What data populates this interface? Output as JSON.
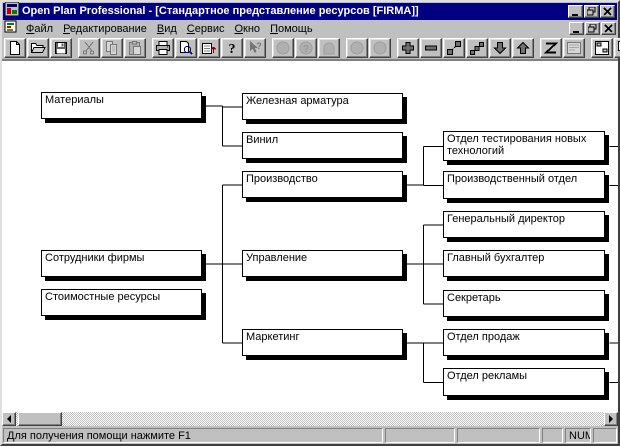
{
  "window": {
    "title": "Open Plan Professional - [Стандартное представление ресурсов [FIRMA]]"
  },
  "colors": {
    "titlebar": "#000080",
    "chrome": "#c0c0c0",
    "diagram_bg": "#ffffff",
    "line": "#000000"
  },
  "menu": {
    "items": [
      {
        "label": "Файл",
        "underline": 0
      },
      {
        "label": "Редактирование",
        "underline": 0
      },
      {
        "label": "Вид",
        "underline": 0
      },
      {
        "label": "Сервис",
        "underline": 0
      },
      {
        "label": "Окно",
        "underline": 0
      },
      {
        "label": "Помощь",
        "underline": 0
      }
    ]
  },
  "toolbar": {
    "groups": [
      [
        {
          "name": "new-button",
          "icon": "page",
          "disabled": false
        },
        {
          "name": "open-button",
          "icon": "folder",
          "disabled": false
        },
        {
          "name": "save-button",
          "icon": "floppy",
          "disabled": false
        }
      ],
      [
        {
          "name": "cut-button",
          "icon": "scissors",
          "disabled": true
        },
        {
          "name": "copy-button",
          "icon": "copy",
          "disabled": true
        },
        {
          "name": "paste-button",
          "icon": "paste",
          "disabled": true
        }
      ],
      [
        {
          "name": "print-button",
          "icon": "printer",
          "disabled": false
        },
        {
          "name": "print-preview-button",
          "icon": "preview",
          "disabled": false
        },
        {
          "name": "insert-columns-button",
          "icon": "insert",
          "disabled": false
        },
        {
          "name": "help-button",
          "icon": "help",
          "disabled": false
        },
        {
          "name": "context-help-button",
          "icon": "ctxhelp",
          "disabled": true
        }
      ],
      [
        {
          "name": "resource-view-button",
          "icon": "circle",
          "disabled": true
        },
        {
          "name": "resource-query-button",
          "icon": "circleq",
          "disabled": true
        },
        {
          "name": "resource-arch-button",
          "icon": "arch",
          "disabled": true
        }
      ],
      [
        {
          "name": "resource-circle-a-button",
          "icon": "circle",
          "disabled": true
        },
        {
          "name": "resource-circle-b-button",
          "icon": "circle",
          "disabled": true
        }
      ],
      [
        {
          "name": "add-node-button",
          "icon": "plus",
          "disabled": false
        },
        {
          "name": "remove-node-button",
          "icon": "minus",
          "disabled": false
        },
        {
          "name": "link-nodes-button",
          "icon": "link",
          "disabled": false
        },
        {
          "name": "steps-button",
          "icon": "steps",
          "disabled": false
        },
        {
          "name": "move-down-button",
          "icon": "down",
          "disabled": false
        },
        {
          "name": "move-up-button",
          "icon": "up",
          "disabled": false
        }
      ],
      [
        {
          "name": "zigzag-view-button",
          "icon": "zigzag",
          "disabled": false
        },
        {
          "name": "form-view-button",
          "icon": "form",
          "disabled": true
        }
      ],
      [
        {
          "name": "window-split-button",
          "icon": "winsplit",
          "disabled": false
        },
        {
          "name": "window-cascade-button",
          "icon": "wincascade",
          "disabled": false
        }
      ]
    ]
  },
  "tree": {
    "nodes": [
      {
        "id": "materials",
        "label": "Материалы"
      },
      {
        "id": "iron",
        "label": "Железная арматура"
      },
      {
        "id": "vinyl",
        "label": "Винил"
      },
      {
        "id": "production",
        "label": "Производство"
      },
      {
        "id": "employees",
        "label": "Сотрудники фирмы"
      },
      {
        "id": "cost",
        "label": "Стоимостные ресурсы"
      },
      {
        "id": "management",
        "label": "Управление"
      },
      {
        "id": "marketing",
        "label": "Маркетинг"
      },
      {
        "id": "testing",
        "label": "Отдел тестирования новых технологий"
      },
      {
        "id": "prod-dept",
        "label": "Производственный отдел"
      },
      {
        "id": "director",
        "label": "Генеральный директор"
      },
      {
        "id": "accountant",
        "label": "Главный бухгалтер"
      },
      {
        "id": "secretary",
        "label": "Секретарь"
      },
      {
        "id": "sales",
        "label": "Отдел продаж"
      },
      {
        "id": "ads",
        "label": "Отдел рекламы"
      }
    ],
    "edges": [
      [
        "materials",
        "iron"
      ],
      [
        "materials",
        "vinyl"
      ],
      [
        "employees",
        "production"
      ],
      [
        "employees",
        "management"
      ],
      [
        "employees",
        "marketing"
      ],
      [
        "production",
        "testing"
      ],
      [
        "production",
        "prod-dept"
      ],
      [
        "management",
        "director"
      ],
      [
        "management",
        "accountant"
      ],
      [
        "management",
        "secretary"
      ],
      [
        "marketing",
        "sales"
      ],
      [
        "marketing",
        "ads"
      ]
    ],
    "continues_right": [
      "testing",
      "prod-dept",
      "sales",
      "ads"
    ]
  },
  "statusbar": {
    "message": "Для получения помощи нажмите F1",
    "indicators": [
      "",
      "",
      "",
      "NUM",
      ""
    ]
  }
}
